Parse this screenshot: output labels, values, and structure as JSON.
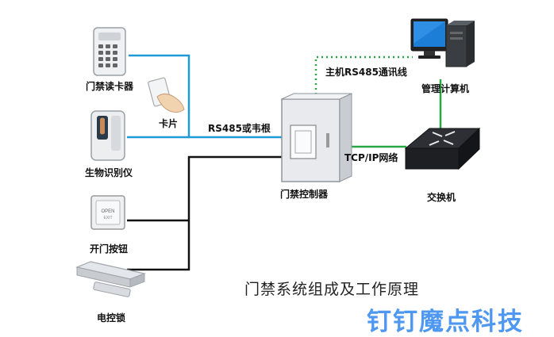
{
  "diagram": {
    "title": "门禁系统组成及工作原理",
    "watermark": "钉钉魔点科技",
    "devices": {
      "card_reader": "门禁读卡器",
      "card": "卡片",
      "biometric": "生物识别仪",
      "exit_button": "开门按钮",
      "electric_lock": "电控锁",
      "controller": "门禁控制器",
      "computer": "管理计算机",
      "switch": "交换机"
    },
    "links": {
      "rs485_wiegand": "RS485或韦根",
      "host_rs485": "主机RS485通讯线",
      "tcpip": "TCP/IP网络"
    },
    "exit_button_text": "OPEN",
    "exit_button_sub": "EXIT",
    "colors": {
      "blue_line": "#1e9bd6",
      "green_line": "#27a844",
      "black_line": "#111111",
      "watermark": "#3d8df0"
    }
  }
}
